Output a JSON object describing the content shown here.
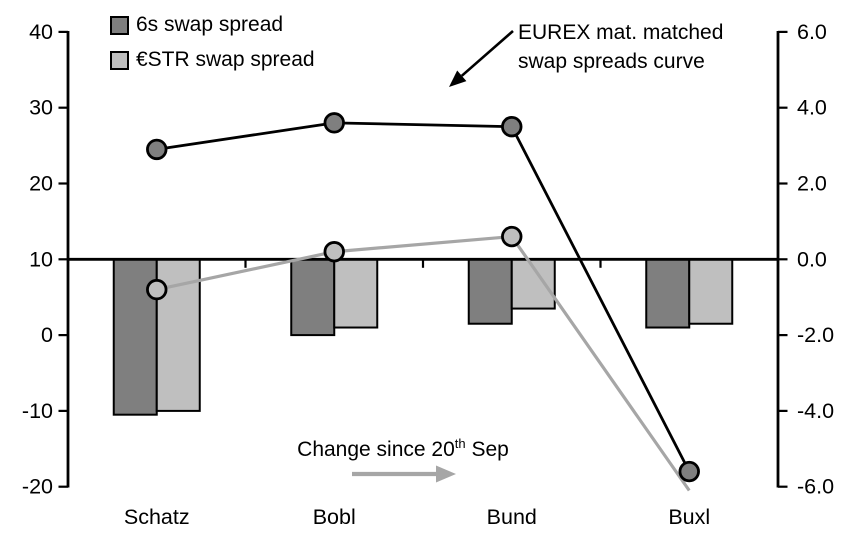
{
  "legend": {
    "items": [
      {
        "label": "6s swap spread",
        "swatch": "#7f7f7f"
      },
      {
        "label": "€STR swap spread",
        "swatch": "#bfbfbf"
      }
    ]
  },
  "annotation": {
    "line1": "EUREX mat. matched",
    "line2": "swap spreads curve"
  },
  "change_label": {
    "prefix": "Change since 20",
    "superscript": "th",
    "suffix": " Sep"
  },
  "chart_data": {
    "type": "combo-bar-line",
    "categories": [
      "Schatz",
      "Bobl",
      "Bund",
      "Buxl"
    ],
    "left_axis": {
      "tick_labels": [
        "40",
        "30",
        "20",
        "10",
        "0",
        "-10",
        "-20"
      ],
      "tick_values": [
        40,
        30,
        20,
        10,
        0,
        -10,
        -20
      ],
      "min": -20,
      "max": 40
    },
    "right_axis": {
      "tick_labels": [
        "6.0",
        "4.0",
        "2.0",
        "0.0",
        "-2.0",
        "-4.0",
        "-6.0"
      ],
      "tick_values": [
        6,
        4,
        2,
        0,
        -2,
        -4,
        -6
      ],
      "min": -6,
      "max": 6
    },
    "axis_alignment_note": "right-axis 0.0 sits level with left-axis 10; bars hang from that zero line",
    "bar_series": [
      {
        "name": "6s swap spread (change since 20th Sep)",
        "axis": "right",
        "fill": "#7f7f7f",
        "values": [
          -4.1,
          -2.0,
          -1.7,
          -1.8
        ]
      },
      {
        "name": "€STR swap spread (change since 20th Sep)",
        "axis": "right",
        "fill": "#bfbfbf",
        "values": [
          -4.0,
          -1.8,
          -1.3,
          -1.7
        ]
      }
    ],
    "line_series": [
      {
        "name": "6s swap spread curve",
        "axis": "right",
        "color": "#000000",
        "marker_fill": "#7f7f7f",
        "values": [
          2.9,
          3.6,
          3.5,
          -5.6
        ],
        "markers": [
          true,
          true,
          true,
          true
        ]
      },
      {
        "name": "€STR swap spread curve",
        "axis": "right",
        "color": "#a6a6a6",
        "marker_fill": "#bfbfbf",
        "values": [
          -0.8,
          0.2,
          0.6,
          -6.1
        ],
        "markers": [
          true,
          true,
          true,
          false
        ]
      }
    ],
    "colors": {
      "dark_gray": "#7f7f7f",
      "light_gray": "#bfbfbf",
      "line_gray": "#a6a6a6",
      "black": "#000000"
    },
    "grid": false,
    "legend_position": "top-left"
  }
}
